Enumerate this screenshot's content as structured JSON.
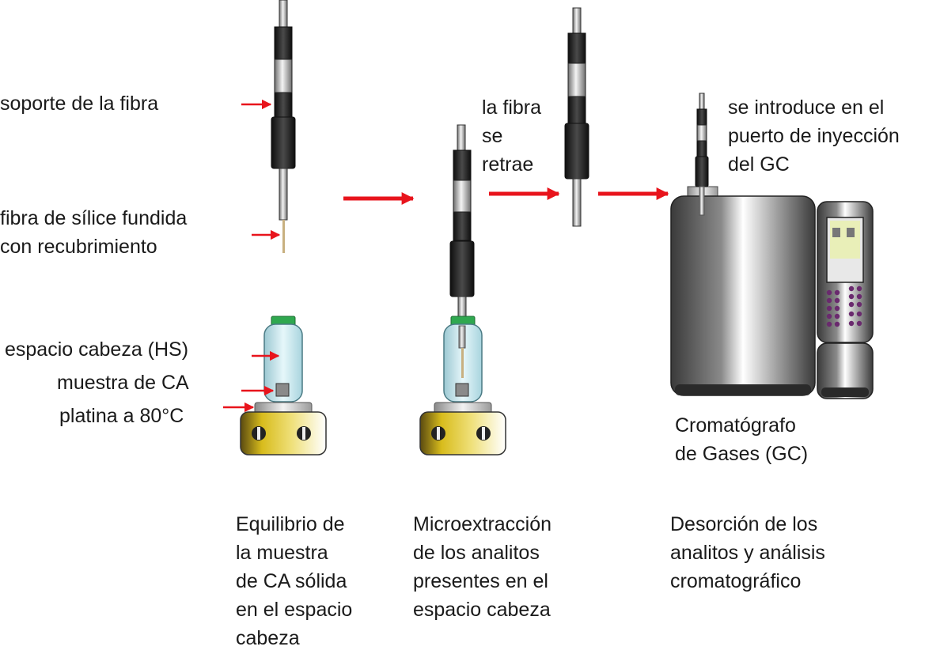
{
  "labels": {
    "fiber_holder": "soporte de la fibra",
    "fused_silica_fiber": "fibra de sílice fundida\ncon recubrimiento",
    "headspace": "espacio cabeza (HS)",
    "ac_sample": "muestra de CA",
    "stage_temp": "platina a 80°C",
    "fiber_retracts": "la fibra\nse\nretrae",
    "injection_port": "se introduce en el\npuerto de inyección\ndel GC",
    "gc_name": "Cromatógrafo\nde Gases (GC)"
  },
  "steps": [
    {
      "caption": "Equilibrio de\nla muestra\nde CA sólida\nen el espacio\ncabeza"
    },
    {
      "caption": "Microextracción\nde los analitos\npresentes en el\nespacio cabeza"
    },
    {
      "caption": "Desorción de los\nanalitos y análisis\ncromatográfico"
    }
  ],
  "colors": {
    "arrow": "#e8141c",
    "holder_black": "#1c1c1c",
    "vial_cap": "#2fa84f",
    "vial_glass": "#bfe6ee",
    "heater_gold": "#d8bc1c",
    "gc_body": "#8c8c8c",
    "keypad_dot": "#6a2a6e",
    "fiber_coating": "#c8b080"
  }
}
